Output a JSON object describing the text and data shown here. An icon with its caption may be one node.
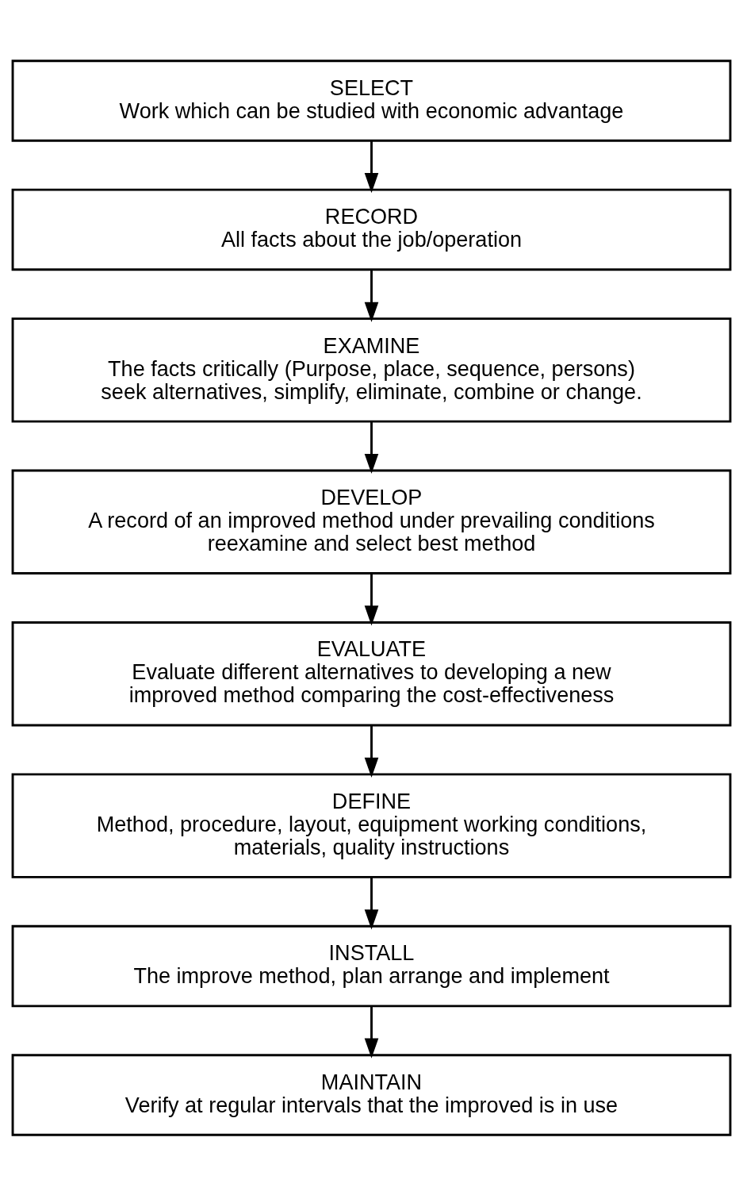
{
  "diagram": {
    "nodes": [
      {
        "text": [
          "SELECT",
          "Work which can be studied with economic advantage"
        ]
      },
      {
        "text": [
          "RECORD",
          "All facts about the job/operation"
        ]
      },
      {
        "text": [
          "EXAMINE",
          "The facts critically (Purpose, place, sequence, persons) seek alternatives, simplify, eliminate, combine or change."
        ]
      },
      {
        "text": [
          "DEVELOP",
          "A record of an improved method under prevailing conditions reexamine and select best method"
        ]
      },
      {
        "text": [
          "EVALUATE",
          "Evaluate different alternatives to developing a new improved method comparing the cost-effectiveness"
        ]
      },
      {
        "text": [
          "DEFINE",
          "Method, procedure, layout, equipment working conditions, materials, quality instructions"
        ]
      },
      {
        "text": [
          "INSTALL",
          "The improve method, plan arrange and implement"
        ]
      },
      {
        "text": [
          "MAINTAIN",
          "Verify at regular intervals that the improved is in use"
        ]
      }
    ],
    "edges": [
      {
        "from": 0,
        "to": 1,
        "arrow": "to"
      },
      {
        "from": 1,
        "to": 2,
        "arrow": "to"
      },
      {
        "from": 2,
        "to": 3,
        "arrow": "to"
      },
      {
        "from": 3,
        "to": 4,
        "arrow": "to"
      },
      {
        "from": 4,
        "to": 5,
        "arrow": "to"
      },
      {
        "from": 5,
        "to": 6,
        "arrow": "to"
      },
      {
        "from": 6,
        "to": 7,
        "arrow": "to"
      }
    ]
  }
}
